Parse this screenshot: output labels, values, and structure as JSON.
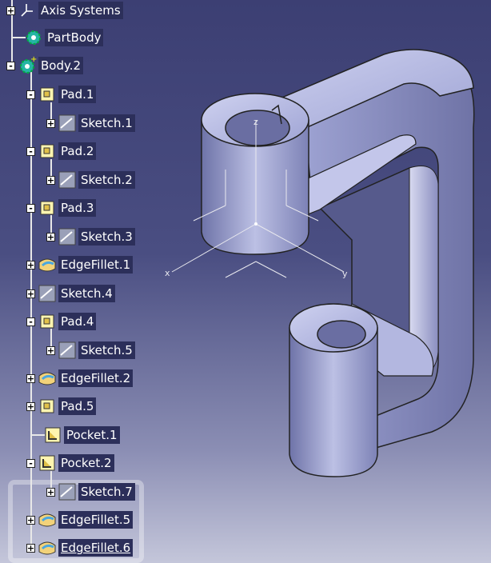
{
  "tree": {
    "items": [
      {
        "label": "Axis Systems",
        "icon": "axis-system-icon",
        "toggle": "+"
      },
      {
        "label": "PartBody",
        "icon": "body-gear-icon",
        "toggle": ""
      },
      {
        "label": "Body.2",
        "icon": "body-gear-active-icon",
        "toggle": "-"
      },
      {
        "label": "Pad.1",
        "icon": "pad-icon",
        "toggle": "-"
      },
      {
        "label": "Sketch.1",
        "icon": "sketch-icon",
        "toggle": "+"
      },
      {
        "label": "Pad.2",
        "icon": "pad-icon",
        "toggle": "-"
      },
      {
        "label": "Sketch.2",
        "icon": "sketch-icon",
        "toggle": "+"
      },
      {
        "label": "Pad.3",
        "icon": "pad-icon",
        "toggle": "-"
      },
      {
        "label": "Sketch.3",
        "icon": "sketch-icon",
        "toggle": "+"
      },
      {
        "label": "EdgeFillet.1",
        "icon": "edge-fillet-icon",
        "toggle": "+"
      },
      {
        "label": "Sketch.4",
        "icon": "sketch-icon",
        "toggle": "+"
      },
      {
        "label": "Pad.4",
        "icon": "pad-icon",
        "toggle": "-"
      },
      {
        "label": "Sketch.5",
        "icon": "sketch-icon",
        "toggle": "+"
      },
      {
        "label": "EdgeFillet.2",
        "icon": "edge-fillet-icon",
        "toggle": "+"
      },
      {
        "label": "Pad.5",
        "icon": "pad-icon",
        "toggle": "+"
      },
      {
        "label": "Pocket.1",
        "icon": "pocket-icon",
        "toggle": ""
      },
      {
        "label": "Pocket.2",
        "icon": "pocket-icon",
        "toggle": "-"
      },
      {
        "label": "Sketch.7",
        "icon": "sketch-icon",
        "toggle": "+"
      },
      {
        "label": "EdgeFillet.5",
        "icon": "edge-fillet-icon",
        "toggle": "+"
      },
      {
        "label": "EdgeFillet.6",
        "icon": "edge-fillet-icon",
        "toggle": "+"
      }
    ]
  },
  "compass": {
    "z": "z",
    "x": "x",
    "y": "y"
  },
  "colors": {
    "background_top": "#3c3f73",
    "background_bottom": "#c4c6da",
    "part": "#a9aed6",
    "label_bg": "#2c2f5a"
  }
}
